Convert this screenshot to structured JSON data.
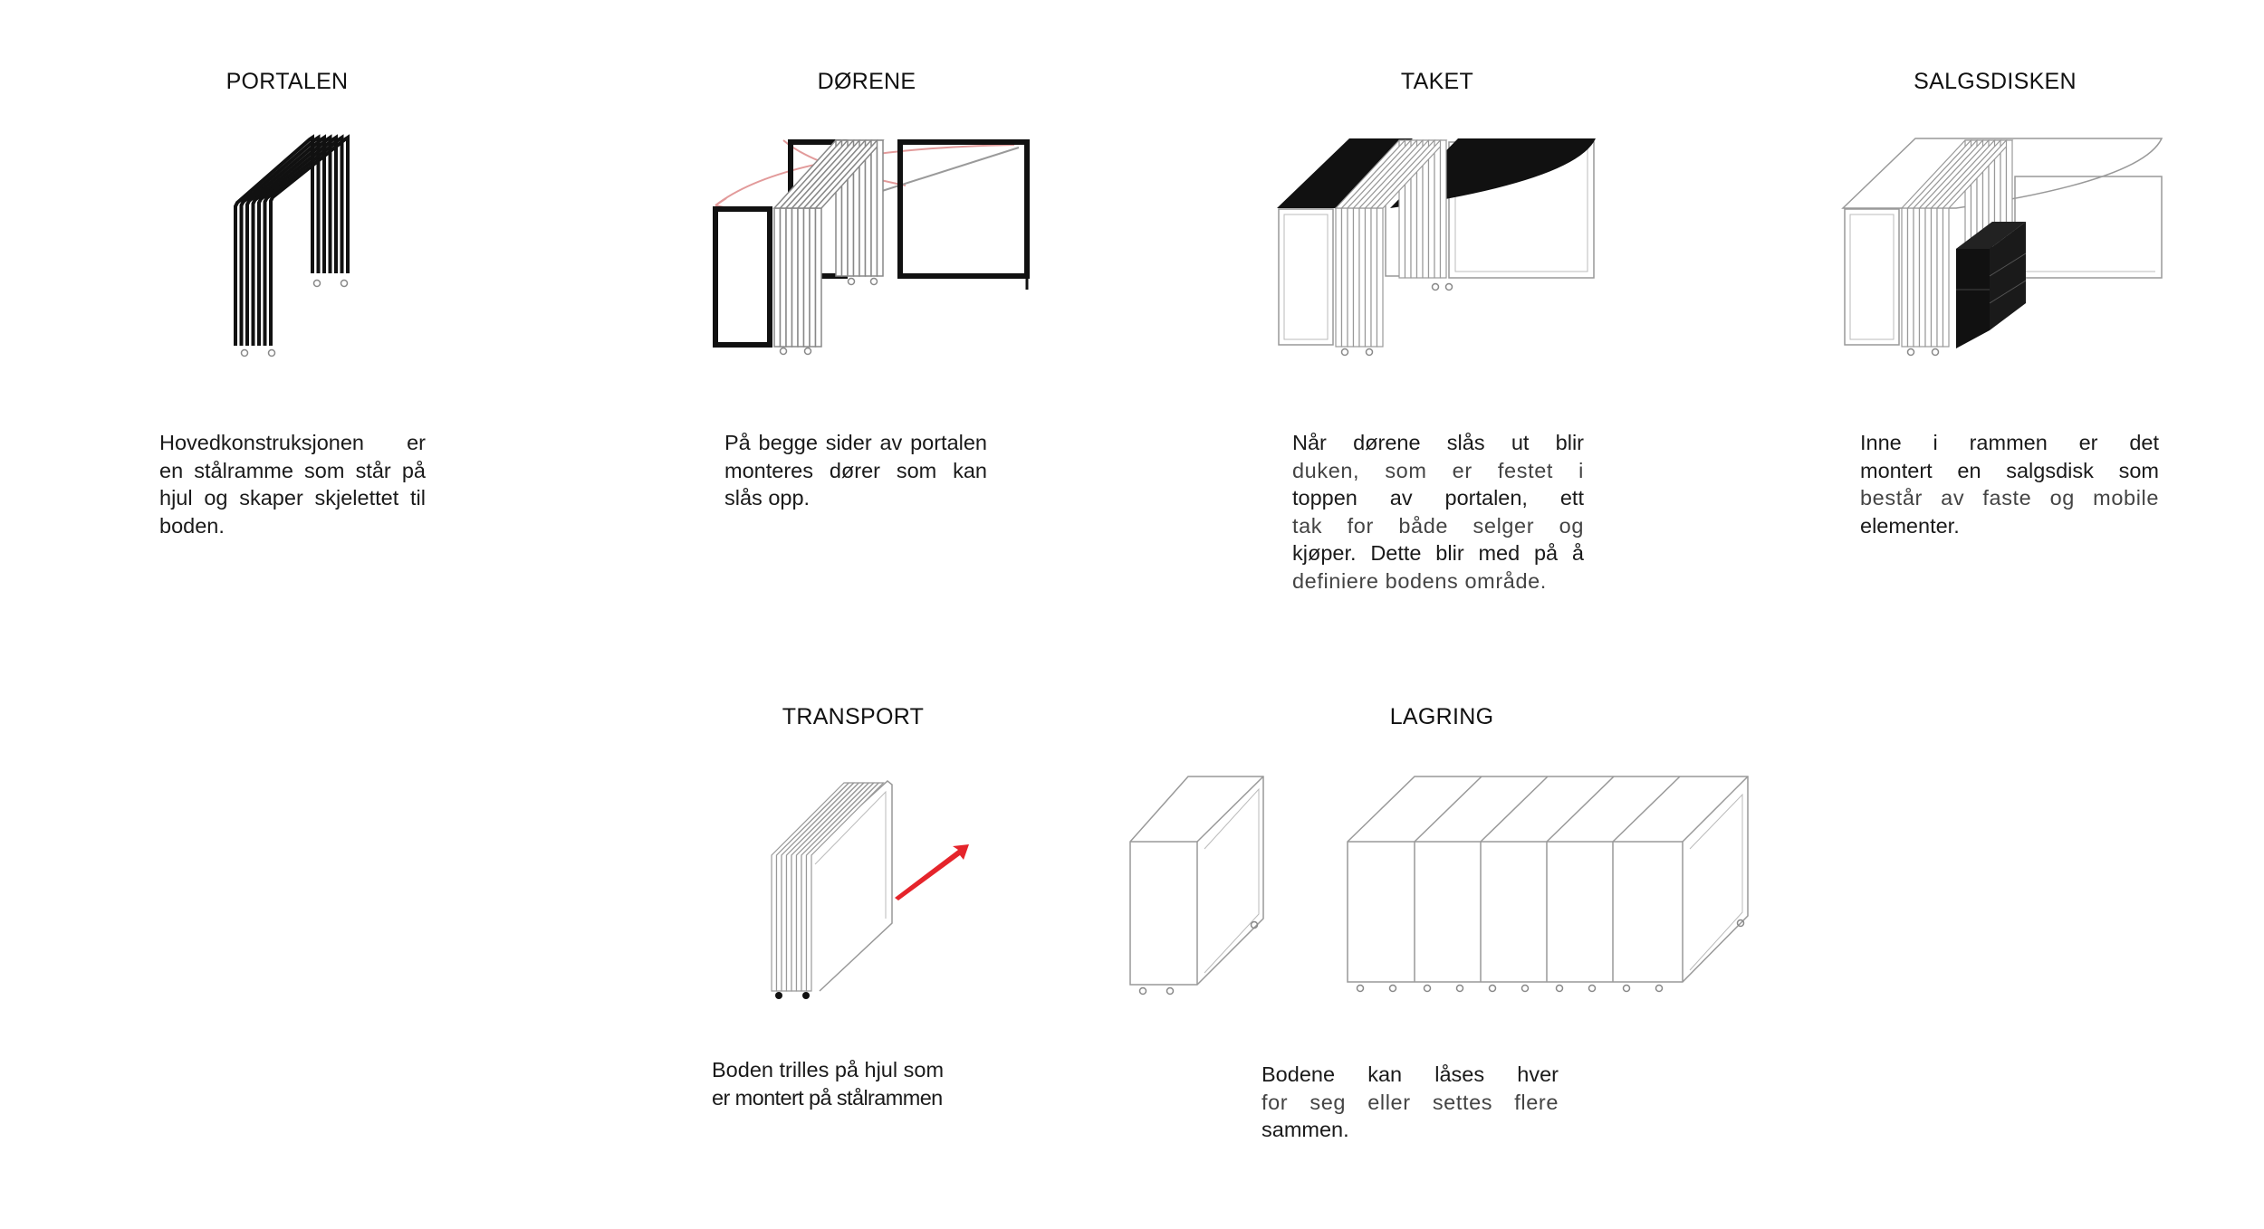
{
  "panels": {
    "portalen": {
      "title": "PORTALEN",
      "lines": [
        "Hovedkonstruksjonen er",
        "en stålramme som står på",
        "hjul og skaper skjelettet til",
        "boden."
      ]
    },
    "dorene": {
      "title": "DØRENE",
      "lines": [
        "På begge sider av portalen",
        "monteres dører som kan",
        "slås opp."
      ]
    },
    "taket": {
      "title": "TAKET",
      "lines": [
        "Når dørene slås ut blir",
        "duken, som er festet i",
        "toppen av portalen, ett",
        "tak for både selger og",
        "kjøper. Dette blir med på å",
        "definiere bodens område."
      ]
    },
    "salgsdisken": {
      "title": "SALGSDISKEN",
      "lines": [
        "Inne i rammen er det",
        "montert en salgsdisk som",
        "består av faste og mobile",
        "elementer."
      ]
    },
    "transport": {
      "title": "TRANSPORT",
      "lines": [
        "Boden trilles på hjul som",
        "er montert på stålrammen"
      ]
    },
    "lagring": {
      "title": "LAGRING",
      "lines": [
        "Bodene kan låses hver",
        "for seg eller settes flere",
        "sammen."
      ]
    }
  },
  "colors": {
    "ink": "#111111",
    "accent_red": "#e5242b",
    "door_arc": "#e8a0a0",
    "outline": "#9a9a9a"
  }
}
